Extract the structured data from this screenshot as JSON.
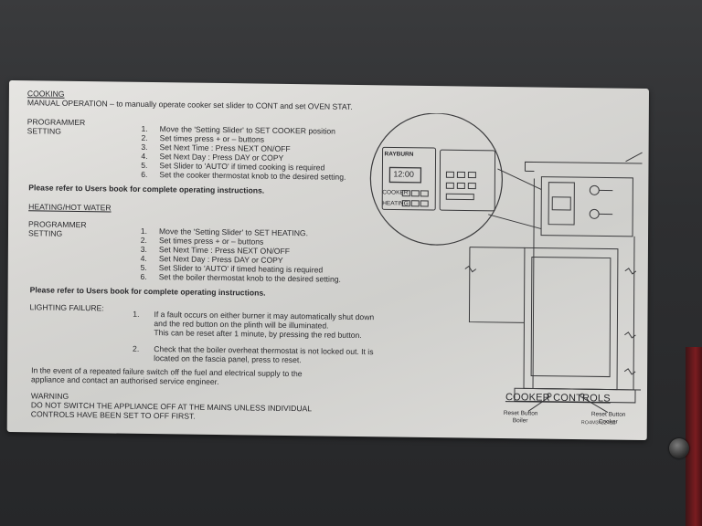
{
  "cooking": {
    "heading": "COOKING",
    "manual": "MANUAL OPERATION – to manually operate cooker set slider to CONT and set OVEN STAT.",
    "programmer_label": [
      "PROGRAMMER",
      "SETTING"
    ],
    "steps": [
      {
        "n": "1.",
        "text": "Move the 'Setting Slider' to SET COOKER position"
      },
      {
        "n": "2.",
        "text": "Set times press + or – buttons"
      },
      {
        "n": "3.",
        "text": "Set Next Time : Press NEXT ON/OFF"
      },
      {
        "n": "4.",
        "text": "Set Next Day : Press DAY or COPY"
      },
      {
        "n": "5.",
        "text": "Set Slider to 'AUTO' if timed cooking is required"
      },
      {
        "n": "6.",
        "text": "Set the cooker thermostat knob to the desired setting."
      }
    ],
    "refer": "Please refer to Users book for complete operating instructions."
  },
  "heating": {
    "heading": "HEATING/HOT WATER",
    "programmer_label": [
      "PROGRAMMER",
      "SETTING"
    ],
    "steps": [
      {
        "n": "1.",
        "text": "Move the 'Setting Slider' to SET HEATING."
      },
      {
        "n": "2.",
        "text": "Set times press + or – buttons"
      },
      {
        "n": "3.",
        "text": "Set Next Time : Press NEXT ON/OFF"
      },
      {
        "n": "4.",
        "text": "Set Next Day : Press DAY or COPY"
      },
      {
        "n": "5.",
        "text": "Set Slider to 'AUTO' if timed heating is required"
      },
      {
        "n": "6.",
        "text": "Set the boiler thermostat knob to the desired setting."
      }
    ],
    "refer": "Please refer to Users book for complete operating instructions."
  },
  "lighting": {
    "label": "LIGHTING FAILURE:",
    "items": [
      {
        "n": "1.",
        "lines": [
          "If a fault occurs on either burner it may automatically shut down",
          "and the red button on the plinth will be illuminated.",
          "This can be reset after 1 minute, by pressing the red button."
        ]
      },
      {
        "n": "2.",
        "lines": [
          "Check that the boiler overheat thermostat is not locked out. It is",
          "located on the fascia panel, press to reset."
        ]
      }
    ]
  },
  "repeated": [
    "In the event of a repeated failure switch off the fuel and electrical supply to the",
    "appliance and contact an authorised service engineer."
  ],
  "warning": {
    "title": "WARNING",
    "lines": [
      "DO NOT SWITCH THE APPLIANCE OFF AT THE MAINS UNLESS INDIVIDUAL",
      "CONTROLS HAVE BEEN SET TO OFF FIRST."
    ]
  },
  "drawing": {
    "brand": "RAYBURN",
    "display": "12:00",
    "cooker_label": "COOKER",
    "heating_label": "HEATING",
    "reset_boiler": [
      "Reset Button",
      "Boiler"
    ],
    "reset_cooker": [
      "Reset Button",
      "Cooker"
    ],
    "caption": "COOKER CONTROLS",
    "part_no": "RO4M342243B"
  },
  "colors": {
    "plate": "#d9d8d5",
    "ink": "#2a2a2d",
    "body": "#2b2c2e"
  }
}
